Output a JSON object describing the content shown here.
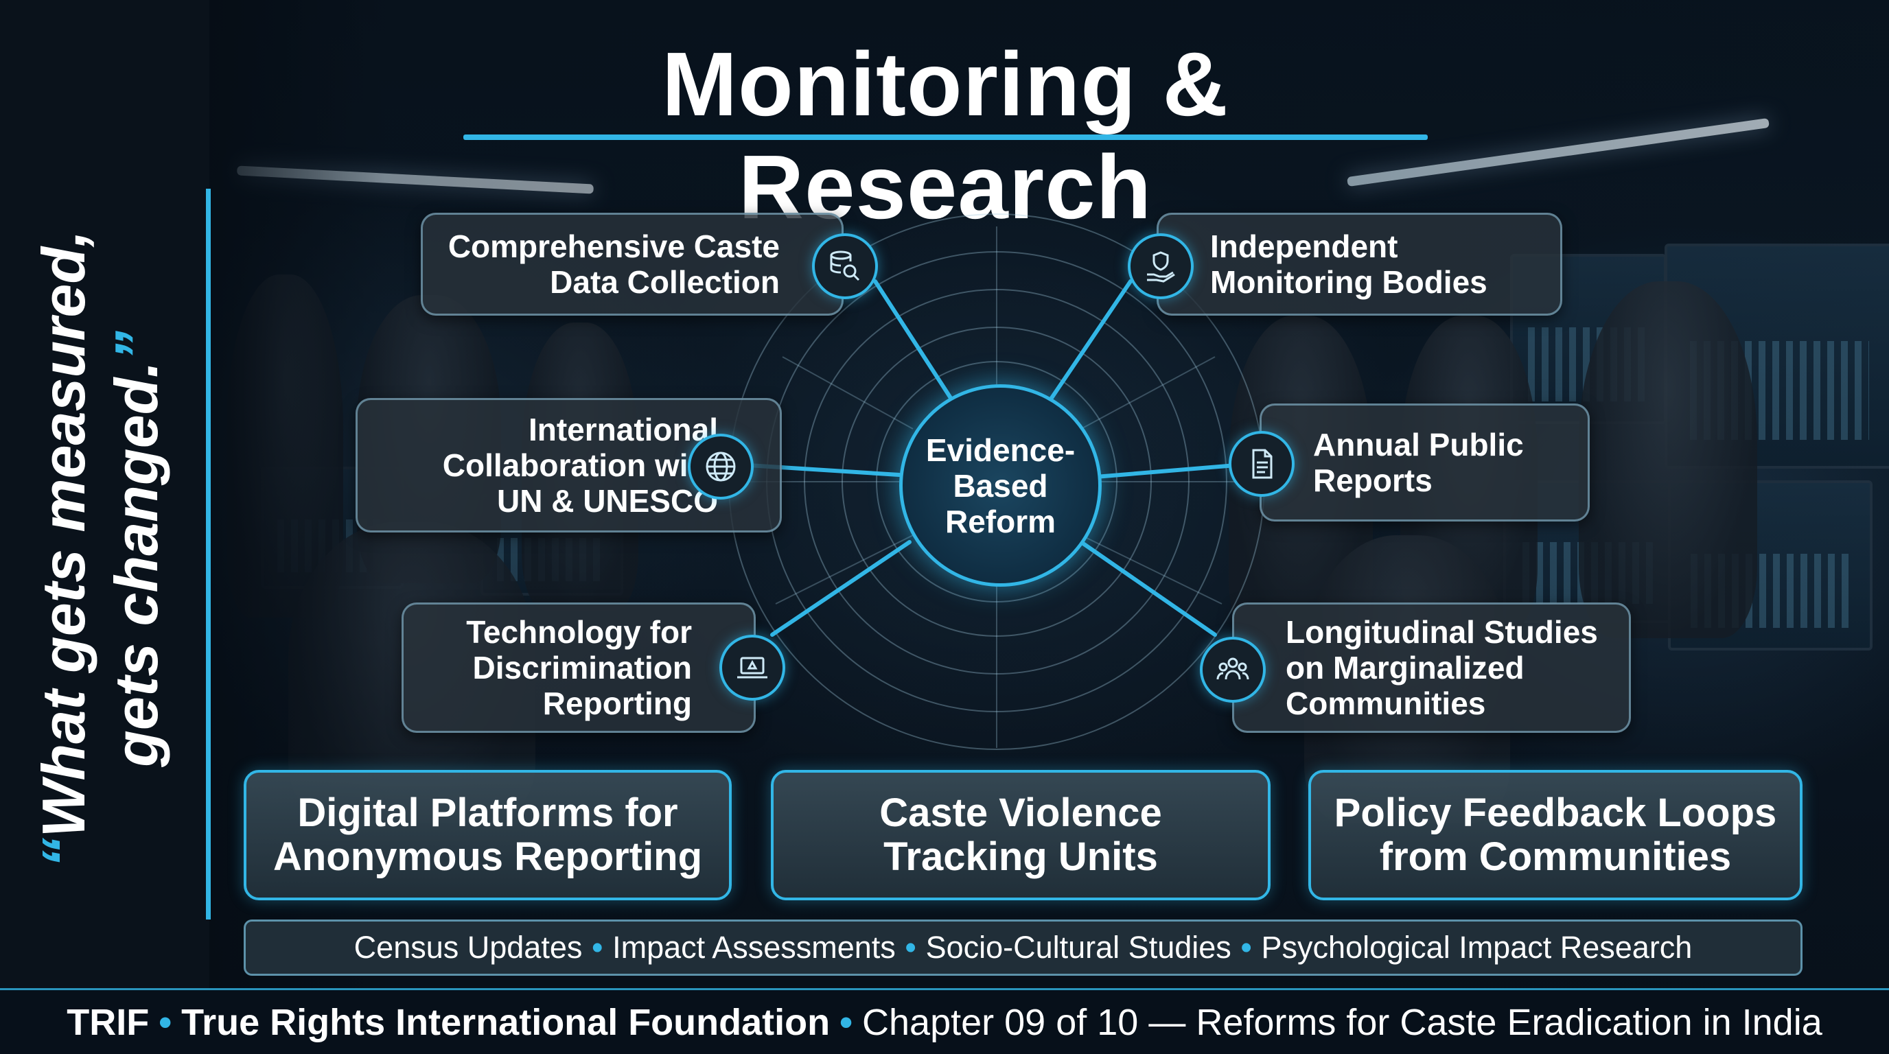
{
  "title": "Monitoring & Research",
  "quote": {
    "open_mark": "“",
    "line1": "What gets measured,",
    "line2": "gets changed.",
    "close_mark": "”"
  },
  "hub": {
    "label": "Evidence-Based Reform",
    "line1": "Evidence-",
    "line2": "Based",
    "line3": "Reform"
  },
  "nodes": {
    "data_collection": {
      "line1": "Comprehensive Caste",
      "line2": "Data Collection",
      "icon": "database-search-icon"
    },
    "monitoring_bodies": {
      "line1": "Independent",
      "line2": "Monitoring Bodies",
      "icon": "hand-shield-icon"
    },
    "international": {
      "line1": "International",
      "line2": "Collaboration with",
      "line3": "UN & UNESCO",
      "icon": "globe-icon"
    },
    "annual_reports": {
      "line1": "Annual Public",
      "line2": "Reports",
      "icon": "document-icon"
    },
    "technology": {
      "line1": "Technology for",
      "line2": "Discrimination",
      "line3": "Reporting",
      "icon": "laptop-alert-icon"
    },
    "longitudinal": {
      "line1": "Longitudinal Studies",
      "line2": "on Marginalized",
      "line3": "Communities",
      "icon": "people-group-icon"
    }
  },
  "pillars": [
    {
      "line1": "Digital Platforms for",
      "line2": "Anonymous Reporting"
    },
    {
      "line1": "Caste Violence",
      "line2": "Tracking Units"
    },
    {
      "line1": "Policy Feedback Loops",
      "line2": "from Communities"
    }
  ],
  "strip": [
    "Census Updates",
    "Impact Assessments",
    "Socio-Cultural Studies",
    "Psychological Impact Research"
  ],
  "separator": "•",
  "footer": {
    "org_short": "TRIF",
    "org_full": "True Rights International Foundation",
    "chapter": "Chapter 09 of 10 — Reforms for Caste Eradication in India"
  },
  "colors": {
    "accent": "#32b6e6",
    "background": "#07101a",
    "text": "#ffffff"
  }
}
